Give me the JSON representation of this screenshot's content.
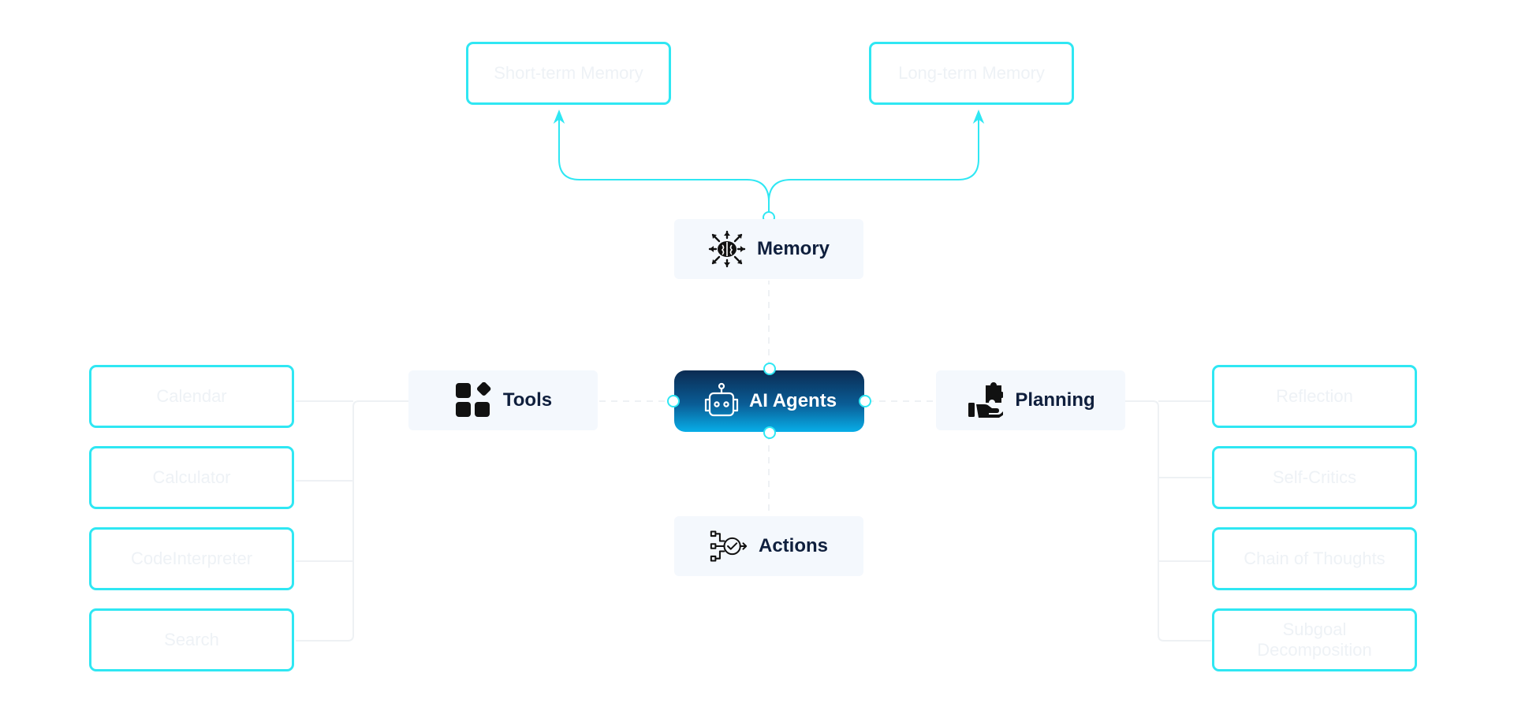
{
  "hub": {
    "label": "AI Agents"
  },
  "nodes": {
    "memory": "Memory",
    "tools": "Tools",
    "planning": "Planning",
    "actions": "Actions"
  },
  "memory_items": [
    "Short-term Memory",
    "Long-term Memory"
  ],
  "tool_items": [
    "Calendar",
    "Calculator",
    "CodeInterpreter",
    "Search"
  ],
  "planning_items": [
    "Reflection",
    "Self-Critics",
    "Chain of Thoughts",
    "Subgoal Decomposition"
  ],
  "colors": {
    "accent_cyan": "#2fe7f3",
    "hub_dark": "#0b2b52",
    "hub_light": "#08aee8",
    "node_bg": "#f4f8fd",
    "node_text": "#0f1f3d",
    "faded_text": "#eef2f6",
    "faded_connector": "#eef1f4"
  },
  "icons": {
    "hub": "robot-icon",
    "memory": "brain-network-icon",
    "tools": "app-grid-icon",
    "planning": "hand-puzzle-icon",
    "actions": "workflow-check-icon"
  }
}
